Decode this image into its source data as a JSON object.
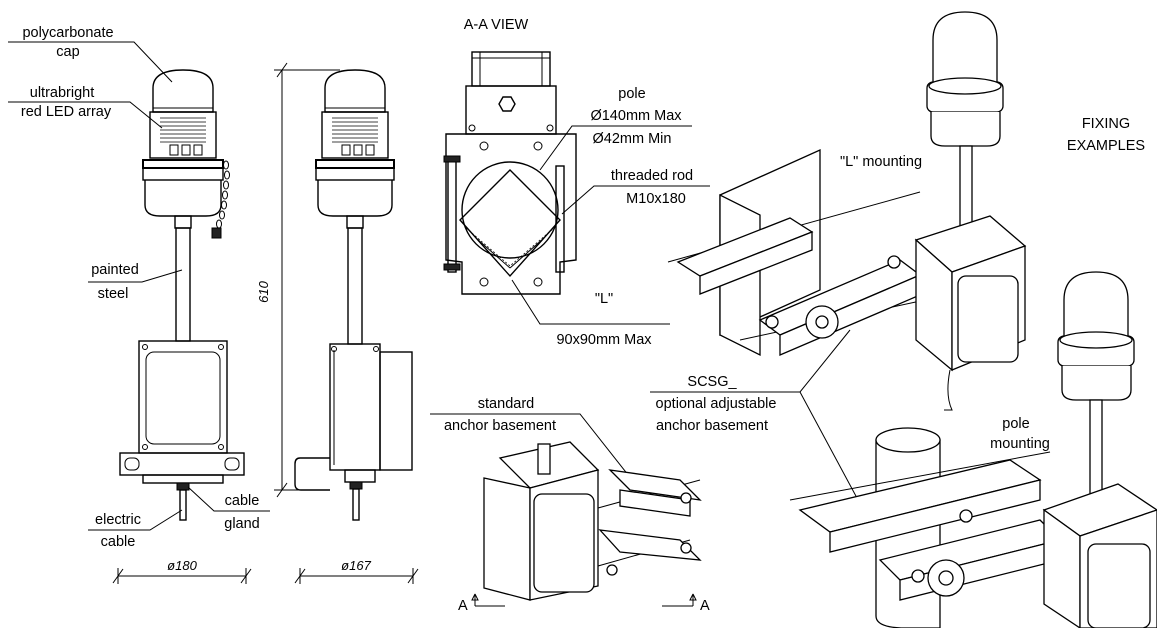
{
  "labels": {
    "polycarbonate_line1": "polycarbonate",
    "polycarbonate_line2": "cap",
    "led_line1": "ultrabright",
    "led_line2": "red LED array",
    "painted_line1": "painted",
    "painted_line2": "steel",
    "electric_line1": "electric",
    "electric_line2": "cable",
    "gland_line1": "cable",
    "gland_line2": "gland",
    "view_title": "A-A VIEW",
    "pole_line1": "pole",
    "pole_line2": "Ø140mm Max",
    "pole_line3": "Ø42mm Min",
    "rod_line1": "threaded rod",
    "rod_line2": "M10x180",
    "l_line1": "\"L\"",
    "l_line2": "90x90mm Max",
    "l_mounting": "\"L\" mounting",
    "fixing_line1": "FIXING",
    "fixing_line2": "EXAMPLES",
    "standard_line1": "standard",
    "standard_line2": "anchor basement",
    "scsg_line1": "SCSG_",
    "scsg_line2": "optional adjustable",
    "scsg_line3": "anchor basement",
    "pole_mount_line1": "pole",
    "pole_mount_line2": "mounting",
    "section_left": "A",
    "section_right": "A"
  },
  "dimensions": {
    "height": "610",
    "width_front": "ø180",
    "width_side": "ø167"
  }
}
